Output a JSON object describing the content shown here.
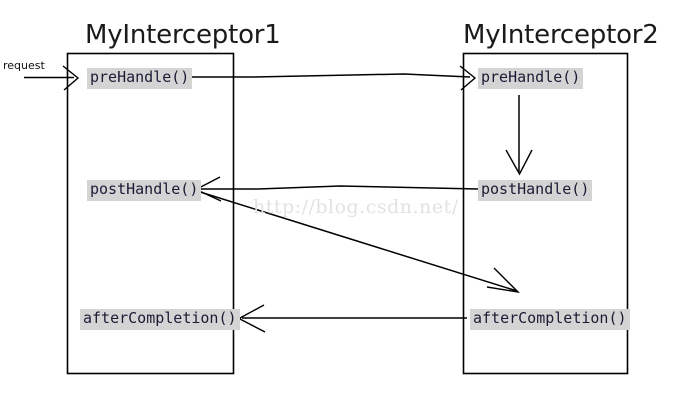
{
  "diagram": {
    "type": "spring-interceptor-flow",
    "watermark": "http://blog.csdn.net/",
    "entry_label": "request",
    "colors": {
      "stroke": "#000000",
      "label_highlight": "#d4d4d4",
      "label_text": "#1b1b35",
      "title_text": "#1a1a1a",
      "watermark_text": "#e2e2e2",
      "background": "#ffffff"
    },
    "boxes": [
      {
        "id": "interceptor1",
        "title": "MyInterceptor1",
        "methods": [
          {
            "id": "pre-handle-1",
            "label": "preHandle()"
          },
          {
            "id": "post-handle-1",
            "label": "postHandle()"
          },
          {
            "id": "after-completion-1",
            "label": "afterCompletion()"
          }
        ]
      },
      {
        "id": "interceptor2",
        "title": "MyInterceptor2",
        "methods": [
          {
            "id": "pre-handle-2",
            "label": "preHandle()"
          },
          {
            "id": "post-handle-2",
            "label": "postHandle()"
          },
          {
            "id": "after-completion-2",
            "label": "afterCompletion()"
          }
        ]
      }
    ],
    "connections": [
      {
        "id": "request-to-pre1",
        "from": "request",
        "to": "pre-handle-1",
        "style": "arrow-right"
      },
      {
        "id": "pre1-to-pre2",
        "from": "pre-handle-1",
        "to": "pre-handle-2",
        "style": "arrow-right"
      },
      {
        "id": "pre2-to-post2",
        "from": "pre-handle-2",
        "to": "post-handle-2",
        "style": "arrow-down"
      },
      {
        "id": "post2-to-post1",
        "from": "post-handle-2",
        "to": "post-handle-1",
        "style": "arrow-left"
      },
      {
        "id": "post1-to-after2",
        "from": "post-handle-1",
        "to": "after-completion-2",
        "style": "arrow-diagonal"
      },
      {
        "id": "after2-to-after1",
        "from": "after-completion-2",
        "to": "after-completion-1",
        "style": "arrow-left"
      }
    ]
  }
}
